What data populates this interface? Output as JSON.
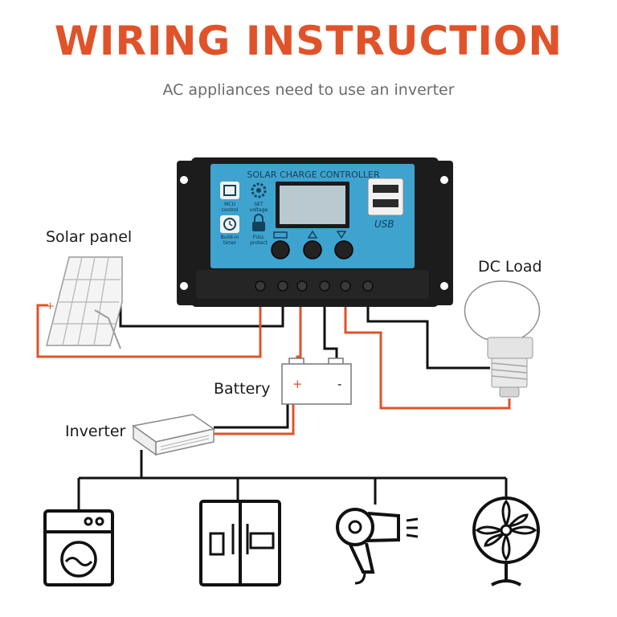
{
  "title": "WIRING INSTRUCTION",
  "subtitle": "AC appliances need to use an inverter",
  "labels": {
    "solar_panel": "Solar panel",
    "dc_load": "DC Load",
    "battery": "Battery",
    "inverter": "Inverter"
  },
  "controller": {
    "name": "SOLAR CHARGE CONTROLLER",
    "usb": "USB",
    "icons": [
      {
        "line1": "MCU",
        "line2": "control"
      },
      {
        "line1": "SET",
        "line2": "voltage"
      },
      {
        "line1": "Build-in",
        "line2": "timer"
      },
      {
        "line1": "FULL",
        "line2": "protect"
      }
    ]
  },
  "battery_terminals": {
    "positive": "+",
    "negative": "-"
  },
  "solar_positive": "+",
  "colors": {
    "accent": "#e0532a",
    "controller_face": "#3ea3cf",
    "controller_body": "#1c1c1c",
    "wire_dark": "#111111",
    "wire_red": "#e0532a"
  },
  "appliances": [
    "washing-machine-icon",
    "refrigerator-icon",
    "hair-dryer-icon",
    "fan-icon"
  ]
}
